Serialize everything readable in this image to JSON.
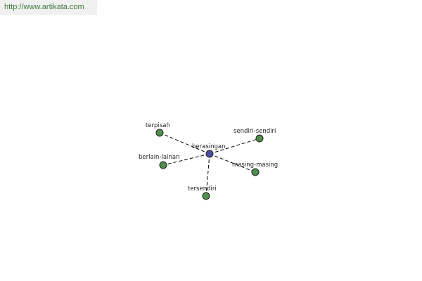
{
  "source_url": "http://www.artikata.com",
  "colors": {
    "center_node": "#4a4fa3",
    "leaf_node": "#4f8f4f",
    "edge": "#000000",
    "url_text": "#3d7a3d"
  },
  "graph": {
    "center": {
      "id": "berasingan",
      "label": "berasingan"
    },
    "nodes": [
      {
        "id": "terpisah",
        "label": "terpisah"
      },
      {
        "id": "sendiri-sendiri",
        "label": "sendiri-sendiri"
      },
      {
        "id": "berlain-lainan",
        "label": "berlain-lainan"
      },
      {
        "id": "masing-masing",
        "label": "masing-masing"
      },
      {
        "id": "tersendiri",
        "label": "tersendiri"
      }
    ],
    "edges": [
      [
        "berasingan",
        "terpisah"
      ],
      [
        "berasingan",
        "sendiri-sendiri"
      ],
      [
        "berasingan",
        "berlain-lainan"
      ],
      [
        "berasingan",
        "masing-masing"
      ],
      [
        "berasingan",
        "tersendiri"
      ]
    ]
  }
}
